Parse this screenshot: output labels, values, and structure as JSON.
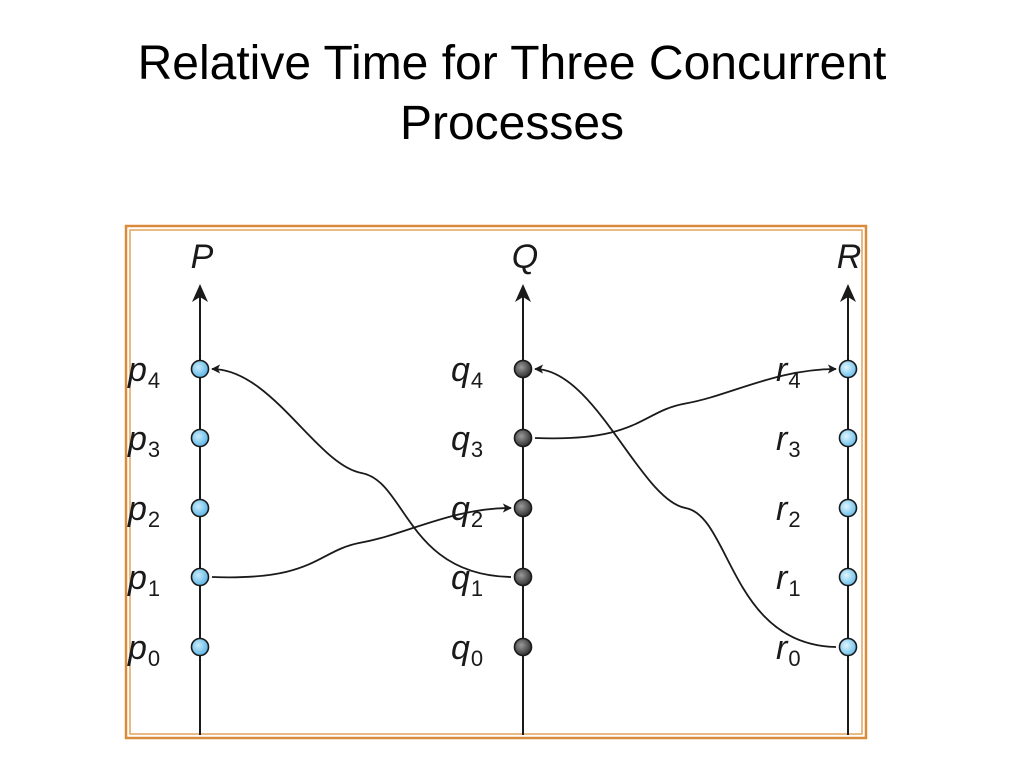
{
  "title": {
    "line1": "Relative Time for Three Concurrent",
    "line2": "Processes"
  },
  "colors": {
    "frame_outer": "#d98a3a",
    "frame_inner": "#c8742a",
    "line": "#1a1a1a",
    "p_event_fill": "#7fc8f0",
    "q_event_fill": "#555555",
    "r_event_fill": "#8fd0f4"
  },
  "processes": [
    {
      "name": "P",
      "event_fill_key": "p_event_fill",
      "events": [
        {
          "letter": "p",
          "sub": "0"
        },
        {
          "letter": "p",
          "sub": "1"
        },
        {
          "letter": "p",
          "sub": "2"
        },
        {
          "letter": "p",
          "sub": "3"
        },
        {
          "letter": "p",
          "sub": "4"
        }
      ]
    },
    {
      "name": "Q",
      "event_fill_key": "q_event_fill",
      "events": [
        {
          "letter": "q",
          "sub": "0"
        },
        {
          "letter": "q",
          "sub": "1"
        },
        {
          "letter": "q",
          "sub": "2"
        },
        {
          "letter": "q",
          "sub": "3"
        },
        {
          "letter": "q",
          "sub": "4"
        }
      ]
    },
    {
      "name": "R",
      "event_fill_key": "r_event_fill",
      "events": [
        {
          "letter": "r",
          "sub": "0"
        },
        {
          "letter": "r",
          "sub": "1"
        },
        {
          "letter": "r",
          "sub": "2"
        },
        {
          "letter": "r",
          "sub": "3"
        },
        {
          "letter": "r",
          "sub": "4"
        }
      ]
    }
  ],
  "messages": [
    {
      "from": "p1",
      "to": "q2"
    },
    {
      "from": "q1",
      "to": "p4"
    },
    {
      "from": "q3",
      "to": "r4"
    },
    {
      "from": "r0",
      "to": "q4"
    }
  ]
}
